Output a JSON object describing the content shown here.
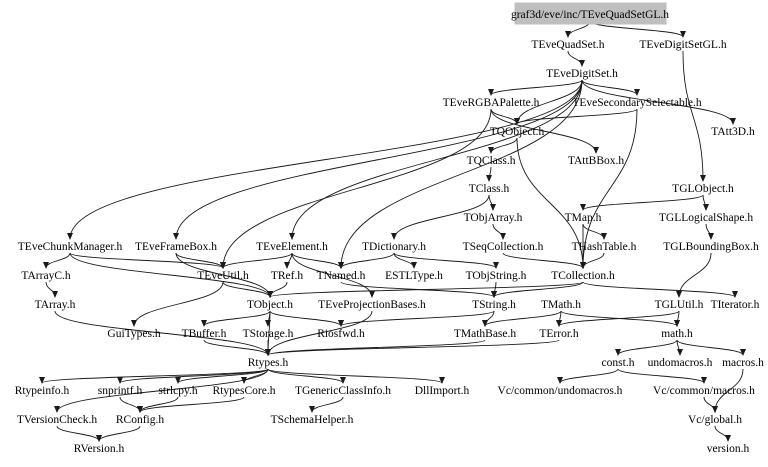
{
  "graph": {
    "root": "graf3d/eve/inc/TEveQuadSetGL.h",
    "nodes": [
      "graf3d/eve/inc/TEveQuadSetGL.h",
      "TEveQuadSet.h",
      "TEveDigitSetGL.h",
      "TEveDigitSet.h",
      "TEveRGBAPalette.h",
      "TEveSecondarySelectable.h",
      "TQObject.h",
      "TAtt3D.h",
      "TQClass.h",
      "TAttBBox.h",
      "TClass.h",
      "TGLObject.h",
      "TObjArray.h",
      "TMap.h",
      "TGLLogicalShape.h",
      "TEveChunkManager.h",
      "TEveFrameBox.h",
      "TEveElement.h",
      "TDictionary.h",
      "TSeqCollection.h",
      "THashTable.h",
      "TGLBoundingBox.h",
      "TArrayC.h",
      "TEveUtil.h",
      "TRef.h",
      "TNamed.h",
      "ESTLType.h",
      "TObjString.h",
      "TCollection.h",
      "TArray.h",
      "TObject.h",
      "TEveProjectionBases.h",
      "TString.h",
      "TMath.h",
      "TGLUtil.h",
      "TIterator.h",
      "GuiTypes.h",
      "TBuffer.h",
      "TStorage.h",
      "Riosfwd.h",
      "TMathBase.h",
      "TError.h",
      "math.h",
      "Rtypes.h",
      "const.h",
      "undomacros.h",
      "macros.h",
      "Rtypeinfo.h",
      "snprintf.h",
      "strlcpy.h",
      "RtypesCore.h",
      "TGenericClassInfo.h",
      "DllImport.h",
      "Vc/common/undomacros.h",
      "Vc/common/macros.h",
      "TVersionCheck.h",
      "RConfig.h",
      "TSchemaHelper.h",
      "Vc/global.h",
      "RVersion.h",
      "version.h"
    ],
    "edges": [
      [
        "graf3d/eve/inc/TEveQuadSetGL.h",
        "TEveQuadSet.h"
      ],
      [
        "graf3d/eve/inc/TEveQuadSetGL.h",
        "TEveDigitSetGL.h"
      ],
      [
        "TEveQuadSet.h",
        "TEveDigitSet.h"
      ],
      [
        "TEveDigitSetGL.h",
        "TGLObject.h"
      ],
      [
        "TEveDigitSet.h",
        "TEveRGBAPalette.h"
      ],
      [
        "TEveDigitSet.h",
        "TEveSecondarySelectable.h"
      ],
      [
        "TEveDigitSet.h",
        "TAtt3D.h"
      ],
      [
        "TEveDigitSet.h",
        "TQObject.h"
      ],
      [
        "TEveDigitSet.h",
        "TEveChunkManager.h"
      ],
      [
        "TEveDigitSet.h",
        "TEveFrameBox.h"
      ],
      [
        "TEveDigitSet.h",
        "TEveElement.h"
      ],
      [
        "TEveDigitSet.h",
        "TNamed.h"
      ],
      [
        "TEveRGBAPalette.h",
        "TEveUtil.h"
      ],
      [
        "TEveRGBAPalette.h",
        "TAttBBox.h"
      ],
      [
        "TEveRGBAPalette.h",
        "TQObject.h"
      ],
      [
        "TEveSecondarySelectable.h",
        "TQObject.h"
      ],
      [
        "TEveSecondarySelectable.h",
        "TCollection.h"
      ],
      [
        "TQObject.h",
        "TQClass.h"
      ],
      [
        "TQObject.h",
        "TCollection.h"
      ],
      [
        "TQClass.h",
        "TClass.h"
      ],
      [
        "TClass.h",
        "TObjArray.h"
      ],
      [
        "TClass.h",
        "TDictionary.h"
      ],
      [
        "TObjArray.h",
        "TSeqCollection.h"
      ],
      [
        "TSeqCollection.h",
        "TCollection.h"
      ],
      [
        "TMap.h",
        "THashTable.h"
      ],
      [
        "TMap.h",
        "TCollection.h"
      ],
      [
        "THashTable.h",
        "TCollection.h"
      ],
      [
        "TGLObject.h",
        "TMap.h"
      ],
      [
        "TGLObject.h",
        "TGLLogicalShape.h"
      ],
      [
        "TGLLogicalShape.h",
        "TGLBoundingBox.h"
      ],
      [
        "TGLBoundingBox.h",
        "TGLUtil.h"
      ],
      [
        "TGLUtil.h",
        "math.h"
      ],
      [
        "TGLUtil.h",
        "TError.h"
      ],
      [
        "TEveChunkManager.h",
        "TArrayC.h"
      ],
      [
        "TEveChunkManager.h",
        "TEveUtil.h"
      ],
      [
        "TEveChunkManager.h",
        "TObject.h"
      ],
      [
        "TEveFrameBox.h",
        "TEveUtil.h"
      ],
      [
        "TEveFrameBox.h",
        "TObject.h"
      ],
      [
        "TEveElement.h",
        "TEveUtil.h"
      ],
      [
        "TEveElement.h",
        "TRef.h"
      ],
      [
        "TEveElement.h",
        "TNamed.h"
      ],
      [
        "TEveElement.h",
        "TEveProjectionBases.h"
      ],
      [
        "TDictionary.h",
        "TNamed.h"
      ],
      [
        "TDictionary.h",
        "ESTLType.h"
      ],
      [
        "TDictionary.h",
        "TObjString.h"
      ],
      [
        "TArrayC.h",
        "TArray.h"
      ],
      [
        "TArray.h",
        "Rtypes.h"
      ],
      [
        "TEveUtil.h",
        "TObject.h"
      ],
      [
        "TEveUtil.h",
        "GuiTypes.h"
      ],
      [
        "TRef.h",
        "TObject.h"
      ],
      [
        "TNamed.h",
        "TString.h"
      ],
      [
        "TObjString.h",
        "TString.h"
      ],
      [
        "TCollection.h",
        "TIterator.h"
      ],
      [
        "TCollection.h",
        "TString.h"
      ],
      [
        "TCollection.h",
        "TObject.h"
      ],
      [
        "TObject.h",
        "TBuffer.h"
      ],
      [
        "TObject.h",
        "TStorage.h"
      ],
      [
        "TObject.h",
        "Riosfwd.h"
      ],
      [
        "TObject.h",
        "Rtypes.h"
      ],
      [
        "TEveProjectionBases.h",
        "Rtypes.h"
      ],
      [
        "TString.h",
        "TMathBase.h"
      ],
      [
        "TString.h",
        "Riosfwd.h"
      ],
      [
        "TMath.h",
        "TMathBase.h"
      ],
      [
        "TMath.h",
        "TError.h"
      ],
      [
        "TMath.h",
        "math.h"
      ],
      [
        "TBuffer.h",
        "Rtypes.h"
      ],
      [
        "TStorage.h",
        "Rtypes.h"
      ],
      [
        "TMathBase.h",
        "Rtypes.h"
      ],
      [
        "TError.h",
        "Rtypes.h"
      ],
      [
        "math.h",
        "const.h"
      ],
      [
        "math.h",
        "undomacros.h"
      ],
      [
        "math.h",
        "macros.h"
      ],
      [
        "const.h",
        "Vc/common/undomacros.h"
      ],
      [
        "const.h",
        "Vc/common/macros.h"
      ],
      [
        "macros.h",
        "Vc/global.h"
      ],
      [
        "Vc/common/macros.h",
        "Vc/global.h"
      ],
      [
        "Vc/global.h",
        "version.h"
      ],
      [
        "Rtypes.h",
        "Rtypeinfo.h"
      ],
      [
        "Rtypes.h",
        "snprintf.h"
      ],
      [
        "Rtypes.h",
        "strlcpy.h"
      ],
      [
        "Rtypes.h",
        "RtypesCore.h"
      ],
      [
        "Rtypes.h",
        "TGenericClassInfo.h"
      ],
      [
        "Rtypes.h",
        "DllImport.h"
      ],
      [
        "Rtypes.h",
        "TVersionCheck.h"
      ],
      [
        "snprintf.h",
        "RConfig.h"
      ],
      [
        "strlcpy.h",
        "RConfig.h"
      ],
      [
        "RtypesCore.h",
        "RConfig.h"
      ],
      [
        "TGenericClassInfo.h",
        "TSchemaHelper.h"
      ],
      [
        "TVersionCheck.h",
        "RVersion.h"
      ],
      [
        "RConfig.h",
        "RVersion.h"
      ]
    ]
  }
}
